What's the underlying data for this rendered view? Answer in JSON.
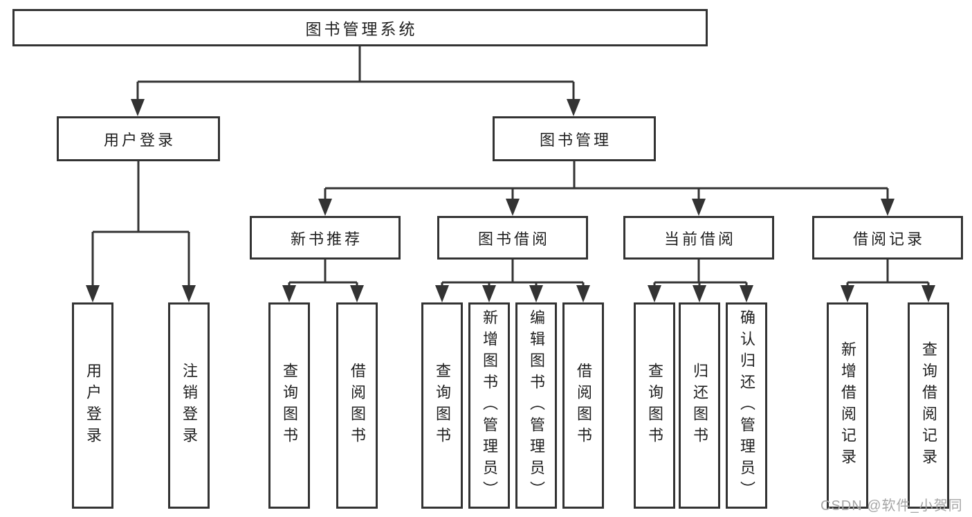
{
  "tree": {
    "label": "图书管理系统",
    "children": [
      {
        "label": "用户登录",
        "children": [
          {
            "label": "用户登录"
          },
          {
            "label": "注销登录"
          }
        ]
      },
      {
        "label": "图书管理",
        "children": [
          {
            "label": "新书推荐",
            "children": [
              {
                "label": "查询图书"
              },
              {
                "label": "借阅图书"
              }
            ]
          },
          {
            "label": "图书借阅",
            "children": [
              {
                "label": "查询图书"
              },
              {
                "label": "新增图书（管理员）"
              },
              {
                "label": "编辑图书（管理员）"
              },
              {
                "label": "借阅图书"
              }
            ]
          },
          {
            "label": "当前借阅",
            "children": [
              {
                "label": "查询图书"
              },
              {
                "label": "归还图书"
              },
              {
                "label": "确认归还（管理员）"
              }
            ]
          },
          {
            "label": "借阅记录",
            "children": [
              {
                "label": "新增借阅记录"
              },
              {
                "label": "查询借阅记录"
              }
            ]
          }
        ]
      }
    ]
  },
  "watermark": "CSDN @软件_小贺同学",
  "colors": {
    "line": "#333333",
    "border": "#333333",
    "text": "#1f1f1f",
    "background": "#ffffff",
    "watermark": "#a5a5a5"
  }
}
